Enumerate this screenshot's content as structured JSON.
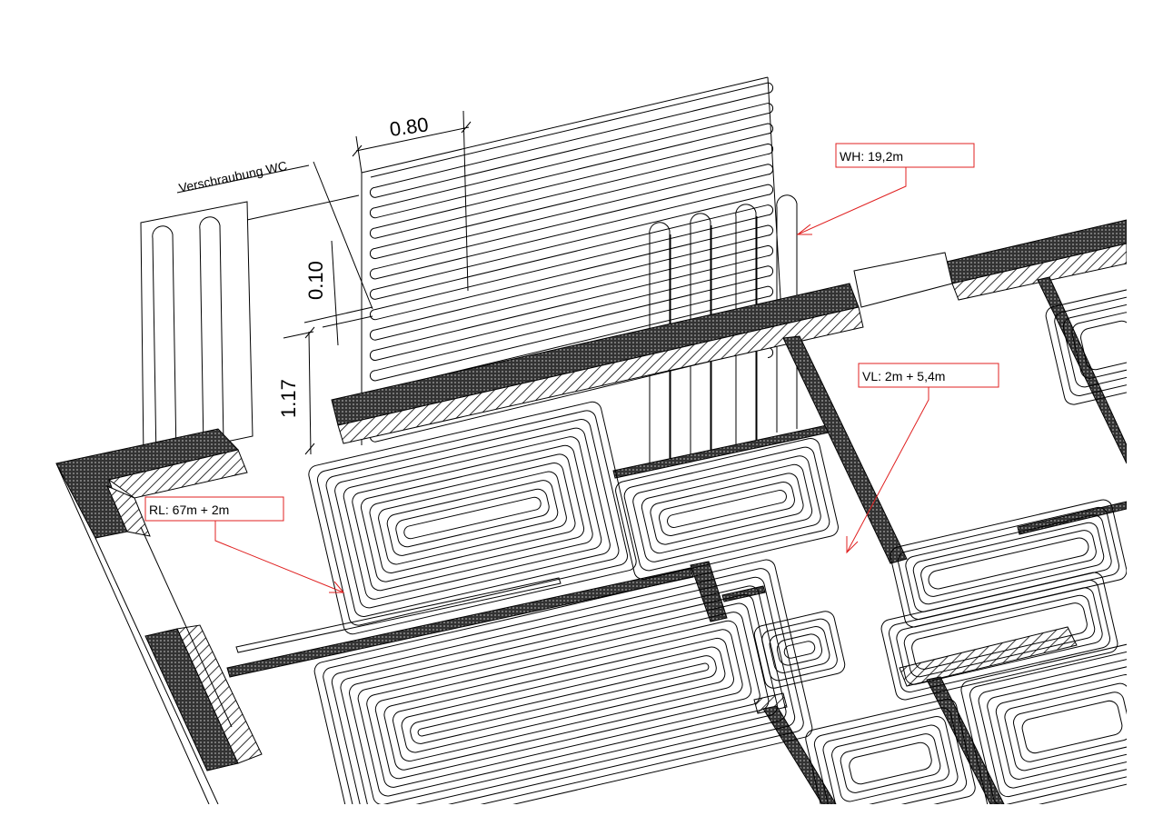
{
  "drawing": {
    "notes": {
      "screw_connection": "Verschraubung WC"
    },
    "dimensions": {
      "width": "0.80",
      "spacing": "0.10",
      "height": "1.17"
    },
    "callouts": {
      "wh": "WH: 19,2m",
      "vl": "VL: 2m + 5,4m",
      "rl": "RL: 67m + 2m"
    },
    "colors": {
      "line": "#000000",
      "callout": "#e02020",
      "background": "#ffffff"
    }
  }
}
